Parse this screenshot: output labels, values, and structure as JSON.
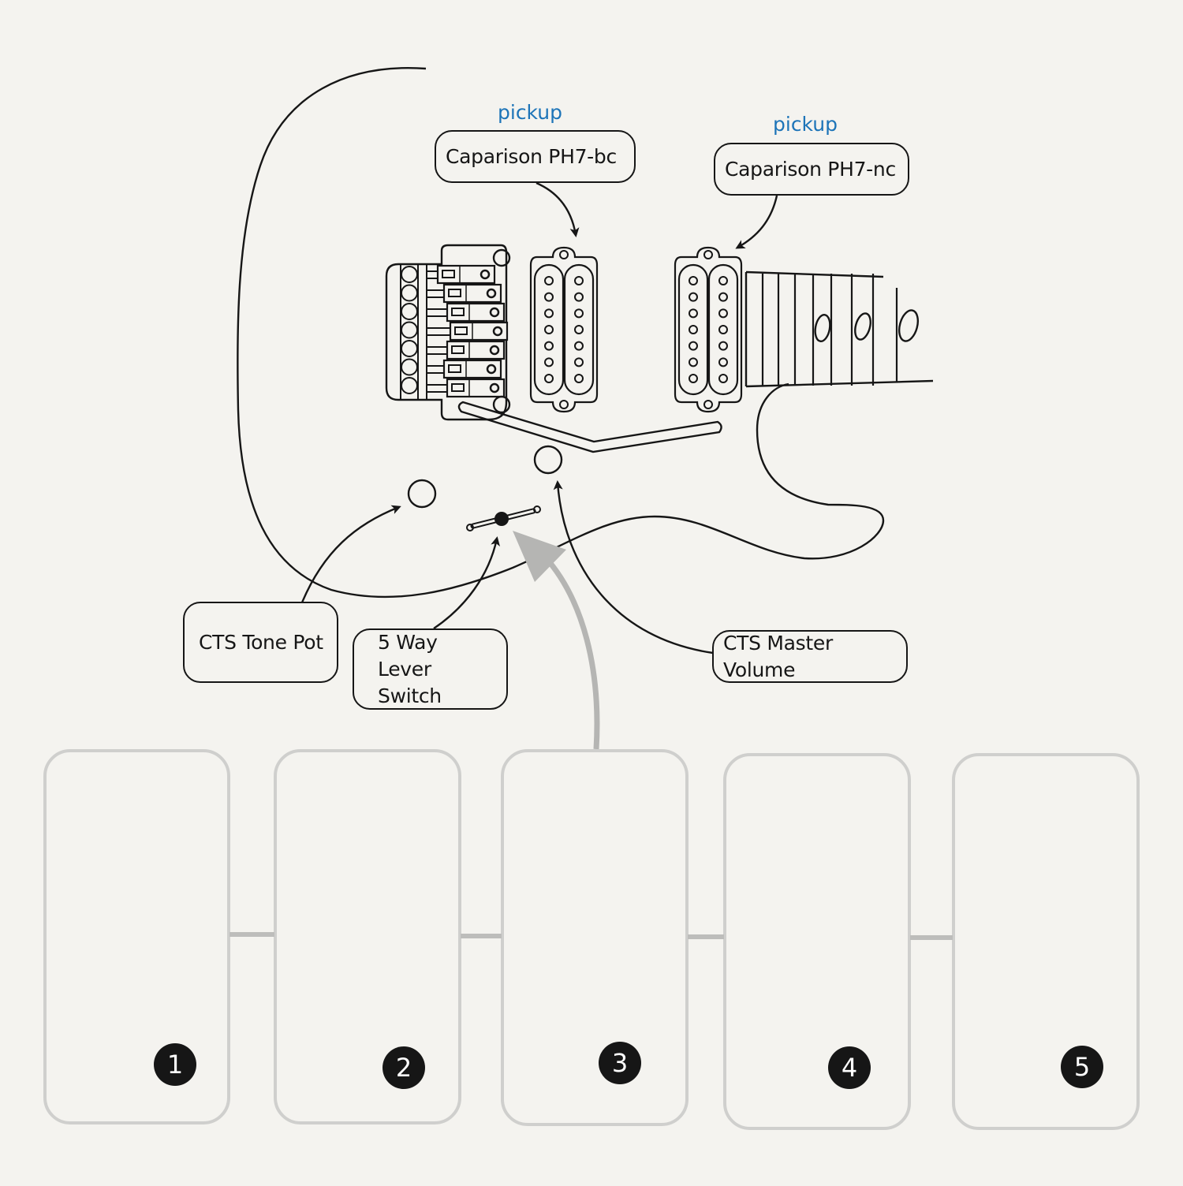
{
  "labels": {
    "neck_pickup_tag": "pickup",
    "bridge_pickup_tag": "pickup",
    "bridge_pickup_model": "Caparison PH7-bc",
    "neck_pickup_model": "Caparison PH7-nc",
    "tone_pot": "CTS Tone Pot",
    "switch_line1": "5 Way Lever",
    "switch_line2": "Switch",
    "master_volume": "CTS Master Volume"
  },
  "colors": {
    "active_coil": "#e81e2a",
    "inactive_coil": "#ffffff",
    "tag_blue": "#1d74b8",
    "card_border": "#cfcfcd"
  },
  "positions": [
    {
      "number": "1",
      "neck": [
        "off",
        "off"
      ],
      "bridge": [
        "on",
        "on"
      ],
      "lever": "down",
      "arrow": "down"
    },
    {
      "number": "2",
      "neck": [
        "off",
        "on"
      ],
      "bridge": [
        "on",
        "off"
      ],
      "lever": "low",
      "arrow": ""
    },
    {
      "number": "3",
      "neck": [
        "on",
        "on"
      ],
      "bridge": [
        "on",
        "on"
      ],
      "lever": "mid",
      "arrow": ""
    },
    {
      "number": "4",
      "neck": [
        "on",
        "off"
      ],
      "bridge": [
        "off",
        "on"
      ],
      "lever": "high",
      "arrow": ""
    },
    {
      "number": "5",
      "neck": [
        "on",
        "on"
      ],
      "bridge": [
        "off",
        "off"
      ],
      "lever": "up",
      "arrow": "up"
    }
  ]
}
